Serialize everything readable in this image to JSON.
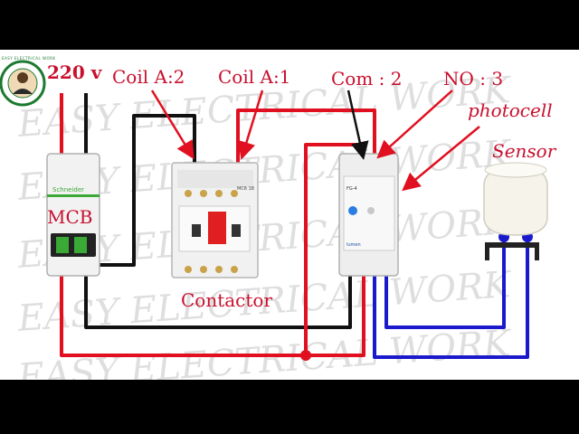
{
  "frame": {
    "bar_color": "#000000",
    "background": "#ffffff"
  },
  "logo": {
    "ring_text": "EASY ELECTRICAL WORK",
    "ring_color": "#1b7a2f"
  },
  "watermark": {
    "text": "EASY ELECTRICAL WORK",
    "color": "#d8d8d8"
  },
  "labels": {
    "voltage": "220 v",
    "coil_a2": "Coil A:2",
    "coil_a1": "Coil A:1",
    "com": "Com : 2",
    "no": "NO : 3",
    "photocell": "photocell",
    "sensor": "Sensor",
    "mcb": "MCB",
    "contactor": "Contactor"
  },
  "devices": {
    "mcb": {
      "brand_text": "Schneider"
    },
    "contactor": {
      "model_text": "MC6 18"
    },
    "photocell_relay": {
      "model_text": "FG-4",
      "brand_text": "lumen"
    }
  },
  "colors": {
    "live_wire": "#e01020",
    "neutral_wire": "#111111",
    "sensor_wire": "#1a1acc",
    "arrow": "#e01020",
    "label_red": "#c8102e"
  }
}
